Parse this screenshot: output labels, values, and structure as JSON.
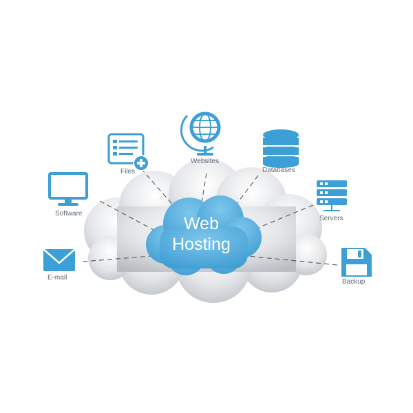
{
  "diagram": {
    "center": {
      "line1": "Web",
      "line2": "Hosting"
    },
    "nodes": [
      {
        "key": "files",
        "label": "Files",
        "icon": "file-add-icon"
      },
      {
        "key": "websites",
        "label": "Websites",
        "icon": "globe-icon"
      },
      {
        "key": "databases",
        "label": "Databases",
        "icon": "database-icon"
      },
      {
        "key": "software",
        "label": "Software",
        "icon": "monitor-icon"
      },
      {
        "key": "servers",
        "label": "Servers",
        "icon": "server-rack-icon"
      },
      {
        "key": "email",
        "label": "E-mail",
        "icon": "envelope-icon"
      },
      {
        "key": "backup",
        "label": "Backup",
        "icon": "floppy-disk-icon"
      }
    ]
  },
  "colors": {
    "accent": "#4fa9da",
    "accent_dark": "#2b8cc4",
    "cloud_grey": "#cfd2d6",
    "line": "#555555"
  }
}
